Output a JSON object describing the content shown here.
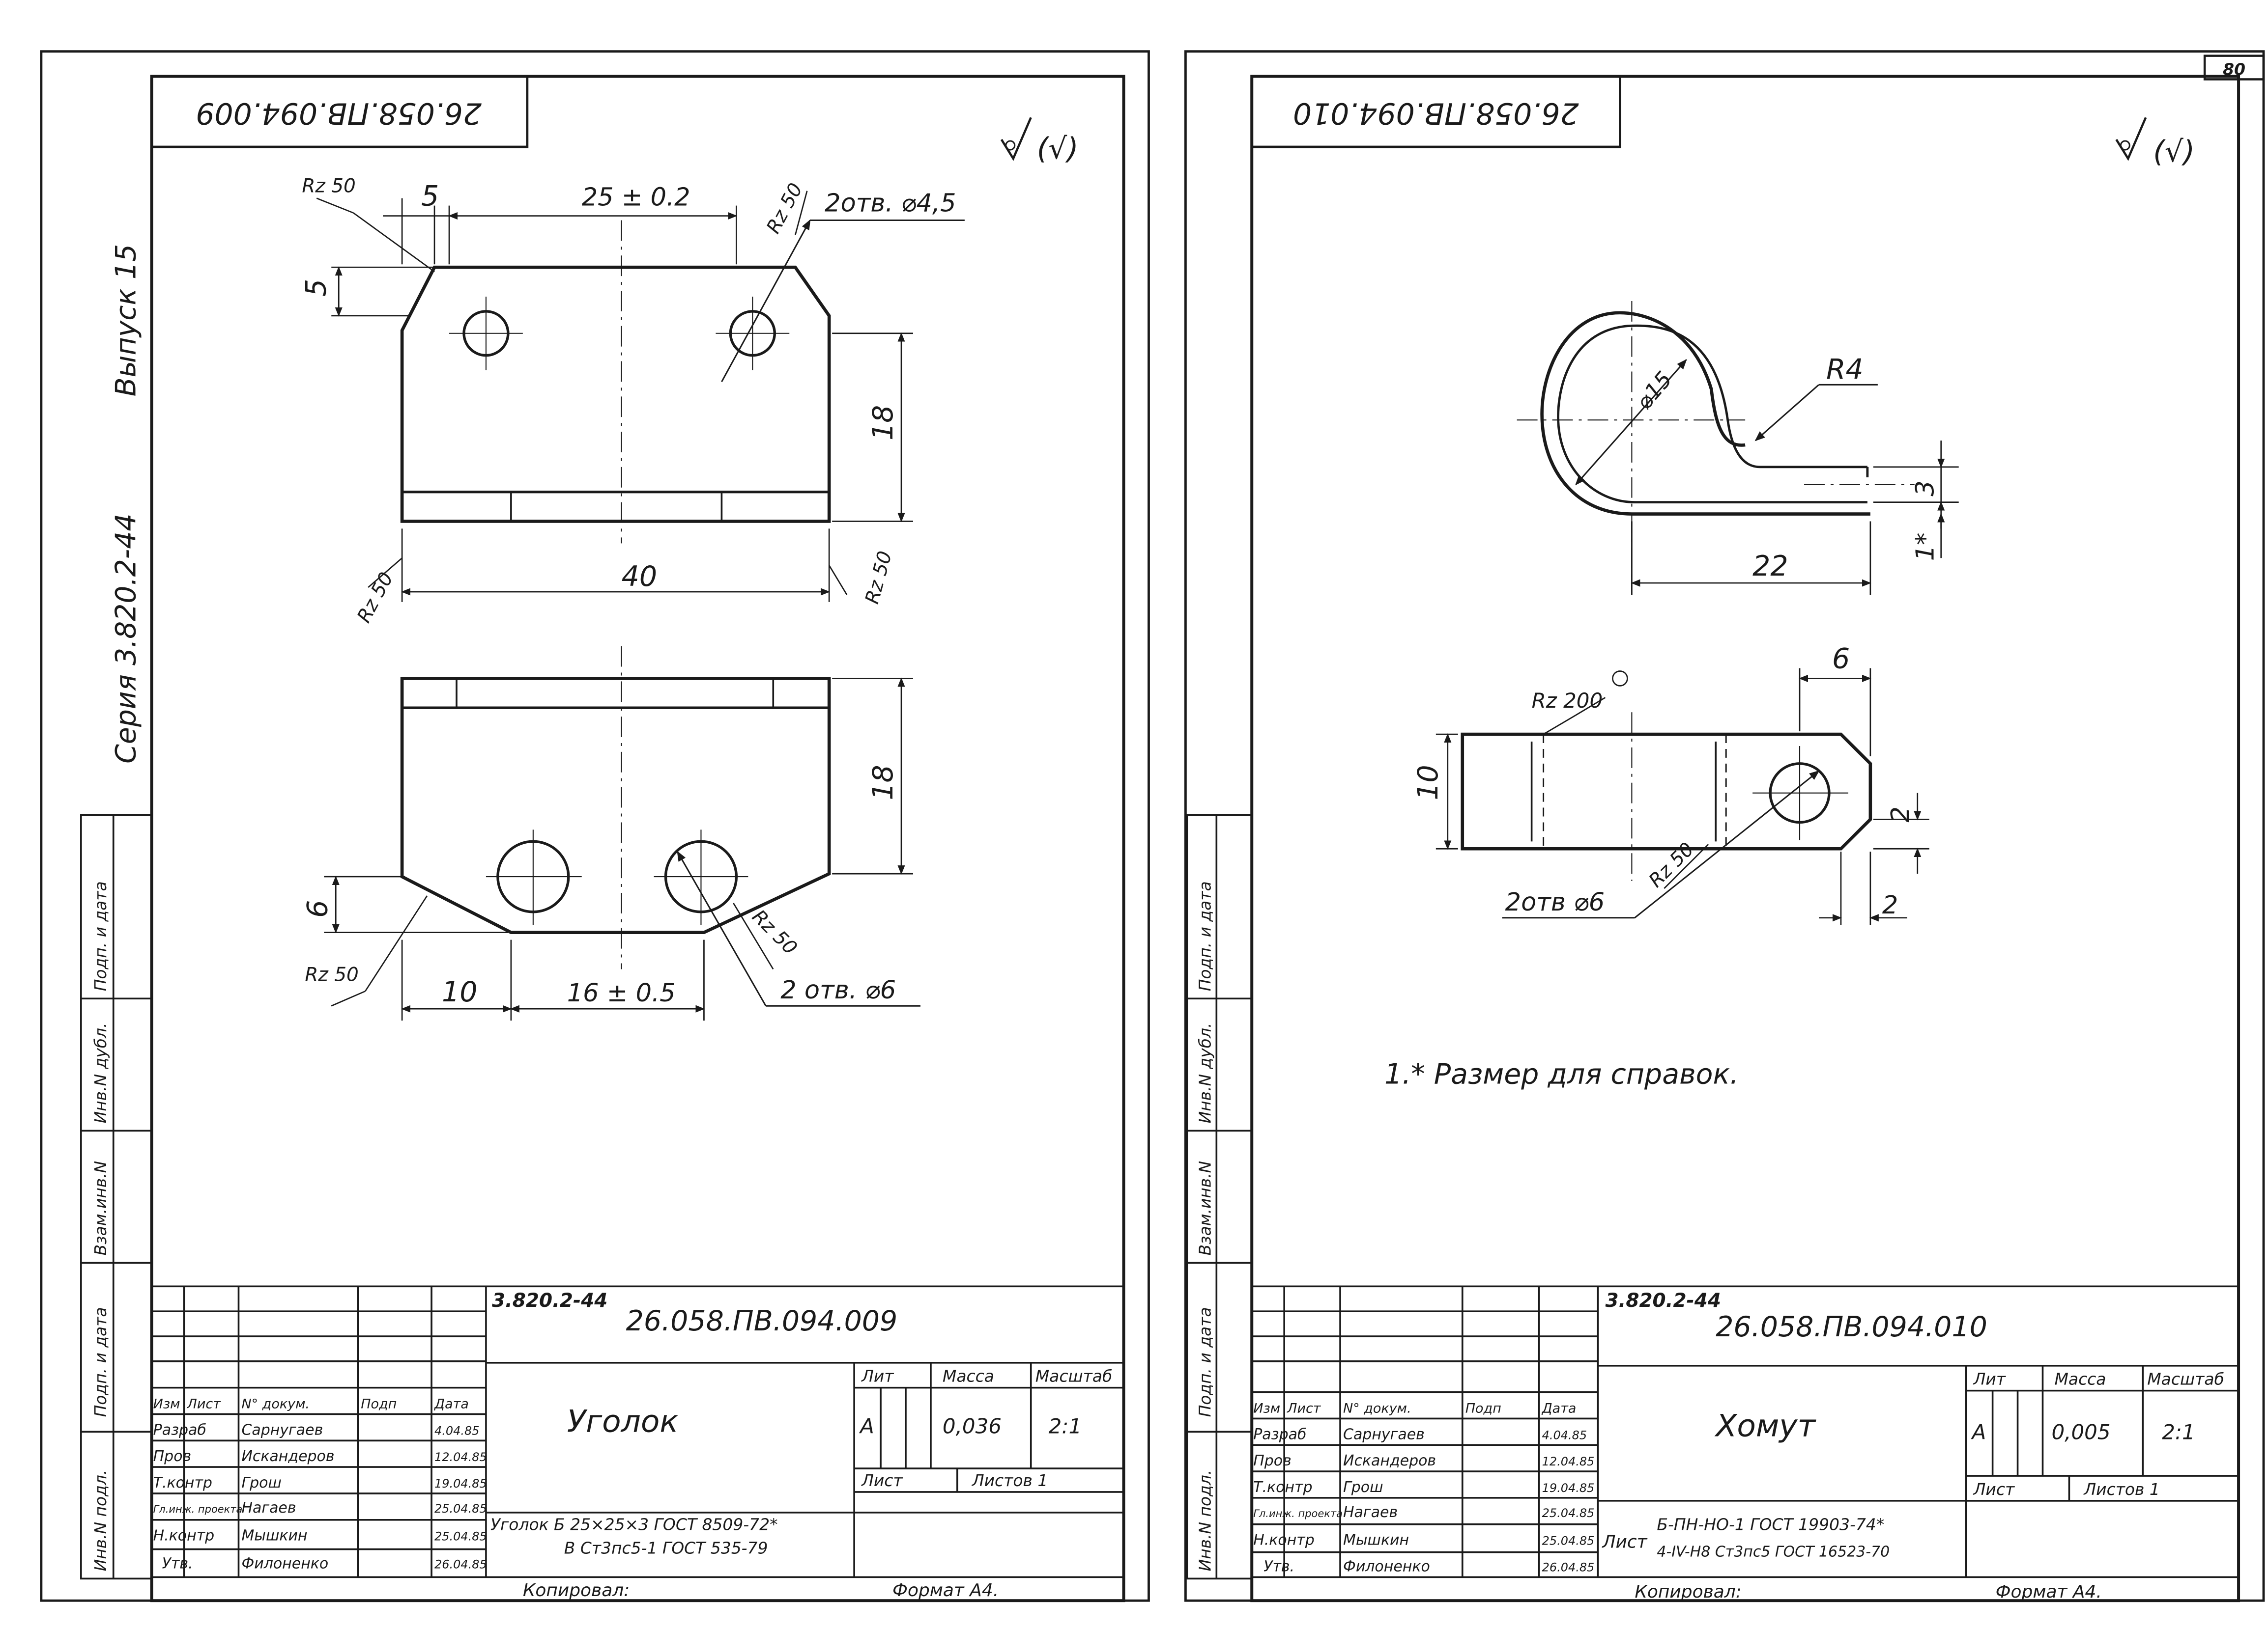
{
  "sheet_number": "80",
  "roughness_mark": "(√)",
  "side_stamp": {
    "series": "Серия  3.820.2-44",
    "issue": "Выпуск 15",
    "fields": [
      "Инв.N подл.",
      "Подп. и дата",
      "Взам.инв.N",
      "Инв.N дубл.",
      "Подп. и дата"
    ]
  },
  "left_sheet": {
    "mirror_code": "26.058.ПВ.094.009",
    "dims": {
      "d5a": "5",
      "d25": "25 ± 0.2",
      "d5b": "5",
      "d18a": "18",
      "d40": "40",
      "d18b": "18",
      "d6": "6",
      "d10": "10",
      "d16": "16 ± 0.5"
    },
    "holes_top": "2отв. ⌀4,5",
    "holes_bottom": "2 отв. ⌀6",
    "rz_labels": [
      "Rz 50",
      "Rz 50",
      "Rz 50",
      "Rz 50",
      "Rz 50",
      "Rz 50"
    ],
    "title_block": {
      "series": "3.820.2-44",
      "code": "26.058.ПВ.094.009",
      "name": "Уголок",
      "lit": "А",
      "mass": "0,036",
      "scale": "2:1",
      "material_line1": "Уголок  Б 25×25×3 ГОСТ 8509-72*",
      "material_line2": "В Ст3пс5-1 ГОСТ 535-79",
      "sheets": "Листов 1",
      "copied": "Копировал:",
      "format": "Формат А4."
    }
  },
  "right_sheet": {
    "mirror_code": "26.058.ПВ.094.010",
    "dims": {
      "dia": "⌀15",
      "r4": "R4",
      "d3": "3",
      "d1": "1*",
      "d22": "22",
      "d6": "6",
      "d10": "10",
      "d2a": "2",
      "d2b": "2"
    },
    "rz200": "Rz 200",
    "rz50": "Rz 50",
    "holes": "2отв ⌀6",
    "note": "1.* Размер для справок.",
    "title_block": {
      "series": "3.820.2-44",
      "code": "26.058.ПВ.094.010",
      "name": "Хомут",
      "lit": "А",
      "mass": "0,005",
      "scale": "2:1",
      "material_prefix": "Лист",
      "material_line1": "Б-ПН-НО-1 ГОСТ 19903-74*",
      "material_line2": "4-IV-Н8 Ст3пс5 ГОСТ 16523-70",
      "sheets": "Листов 1",
      "copied": "Копировал:",
      "format": "Формат А4."
    }
  },
  "block_headers": [
    "Изм",
    "Лист",
    "N° докум.",
    "Подп",
    "Дата",
    "Лит",
    "Масса",
    "Масштаб",
    "Лист"
  ],
  "signers": [
    {
      "role": "Разраб",
      "name": "Сарнугаев",
      "date": "4.04.85"
    },
    {
      "role": "Пров",
      "name": "Искандеров",
      "date": "12.04.85"
    },
    {
      "role": "Т.контр",
      "name": "Грош",
      "date": "19.04.85"
    },
    {
      "role": "Гл.инж. проекта",
      "name": "Нагаев",
      "date": "25.04.85"
    },
    {
      "role": "Н.контр",
      "name": "Мышкин",
      "date": "25.04.85"
    },
    {
      "role": "Утв.",
      "name": "Филоненко",
      "date": "26.04.85"
    }
  ]
}
